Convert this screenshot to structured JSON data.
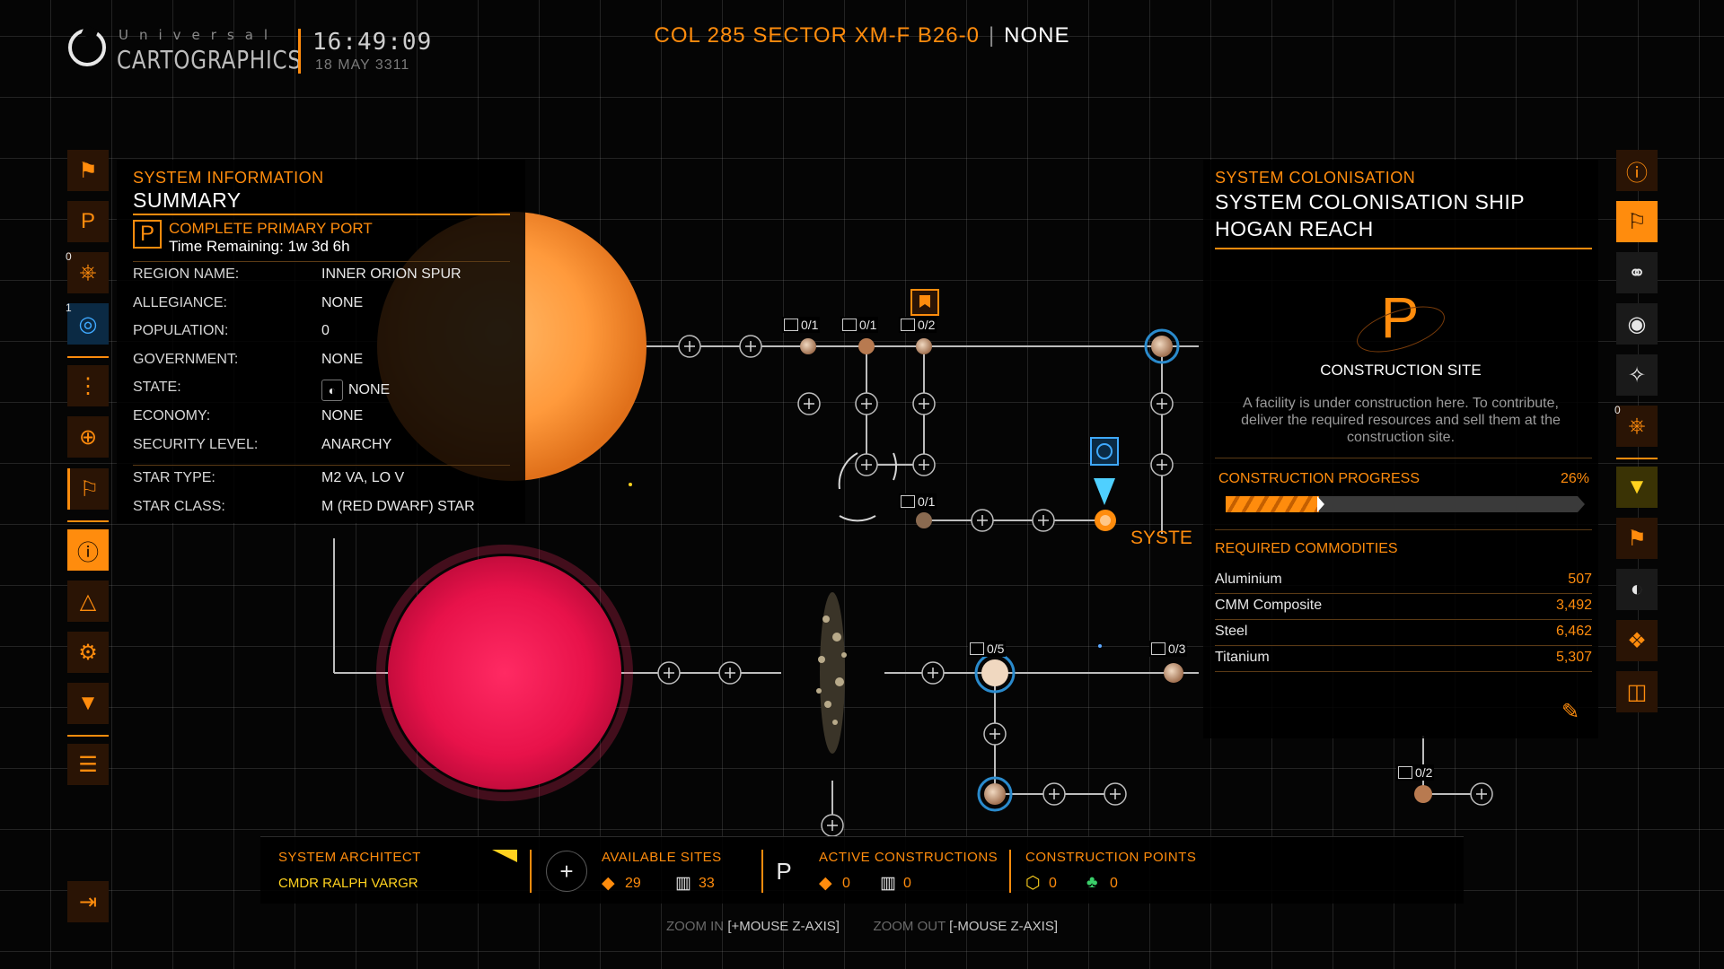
{
  "header": {
    "brand_sub": "Universal",
    "brand_name": "CARTOGRAPHICS",
    "time": "16:49:09",
    "date": "18 MAY 3311",
    "system_name": "COL 285 SECTOR XM-F B26-0",
    "faction": "NONE"
  },
  "colors": {
    "accent": "#ff8c0d",
    "blue": "#3fa9ff",
    "yellow": "#ffd21f",
    "star_orange": "#ff9a3c",
    "star_red": "#e8124a"
  },
  "left_nav": {
    "items": [
      {
        "icon": "bookmark-icon"
      },
      {
        "icon": "construction-icon"
      },
      {
        "icon": "planet-landing-icon",
        "badge": "0"
      },
      {
        "icon": "globe-icon",
        "badge": "1"
      },
      {
        "icon": "route-icon"
      },
      {
        "icon": "target-icon"
      },
      {
        "icon": "colonisation-flag-icon"
      },
      {
        "icon": "info-icon"
      },
      {
        "icon": "government-icon"
      },
      {
        "icon": "settings-icon"
      },
      {
        "icon": "location-pin-icon"
      },
      {
        "icon": "list-icon"
      },
      {
        "icon": "exit-icon"
      }
    ]
  },
  "right_nav": {
    "items": [
      {
        "icon": "info-icon"
      },
      {
        "icon": "colonisation-flag-icon"
      },
      {
        "icon": "orbit-icon"
      },
      {
        "icon": "target-icon"
      },
      {
        "icon": "asteroid-icon"
      },
      {
        "icon": "planet-landing-icon",
        "badge": "0"
      },
      {
        "icon": "location-pin-icon"
      },
      {
        "icon": "bookmark-icon"
      },
      {
        "icon": "star-class-icon"
      },
      {
        "icon": "system-map-icon"
      },
      {
        "icon": "galaxy-map-icon"
      }
    ]
  },
  "system_info": {
    "section": "SYSTEM INFORMATION",
    "title": "SUMMARY",
    "objective_title": "COMPLETE PRIMARY PORT",
    "objective_time": "Time Remaining: 1w 3d 6h",
    "rows": [
      {
        "key": "REGION NAME:",
        "value": "INNER ORION SPUR"
      },
      {
        "key": "ALLEGIANCE:",
        "value": "NONE"
      },
      {
        "key": "POPULATION:",
        "value": "0"
      },
      {
        "key": "GOVERNMENT:",
        "value": "NONE"
      },
      {
        "key": "STATE:",
        "value": "NONE"
      },
      {
        "key": "ECONOMY:",
        "value": "NONE"
      },
      {
        "key": "SECURITY LEVEL:",
        "value": "ANARCHY"
      },
      {
        "key": "STAR TYPE:",
        "value": "M2 VA, LO V"
      },
      {
        "key": "STAR CLASS:",
        "value": "M (RED DWARF) STAR"
      }
    ]
  },
  "colonisation": {
    "section": "SYSTEM COLONISATION",
    "title_line1": "SYSTEM COLONISATION SHIP",
    "title_line2": "HOGAN REACH",
    "site_title": "CONSTRUCTION SITE",
    "description": "A facility is under construction here. To contribute, deliver the required resources and sell them at the construction site.",
    "progress_label": "CONSTRUCTION PROGRESS",
    "progress_value": "26%",
    "progress_fraction": 0.26,
    "commodities_label": "REQUIRED COMMODITIES",
    "commodities": [
      {
        "name": "Aluminium",
        "qty": "507"
      },
      {
        "name": "CMM Composite",
        "qty": "3,492"
      },
      {
        "name": "Steel",
        "qty": "6,462"
      },
      {
        "name": "Titanium",
        "qty": "5,307"
      }
    ]
  },
  "map": {
    "slots": [
      "0/1",
      "0/1",
      "0/2",
      "0/1",
      "0/5",
      "0/3",
      "0/2"
    ],
    "cut_label": "SYSTE"
  },
  "bottom": {
    "architect_label": "SYSTEM ARCHITECT",
    "architect_name": "CMDR RALPH VARGR",
    "available_label": "AVAILABLE SITES",
    "available_orbital": "29",
    "available_surface": "33",
    "active_label": "ACTIVE CONSTRUCTIONS",
    "active_orbital": "0",
    "active_surface": "0",
    "points_label": "CONSTRUCTION POINTS",
    "points_tier2": "0",
    "points_tier3": "0"
  },
  "hints": {
    "zoom_in_label": "ZOOM IN",
    "zoom_in_key": "[+MOUSE Z-AXIS]",
    "zoom_out_label": "ZOOM OUT",
    "zoom_out_key": "[-MOUSE Z-AXIS]"
  }
}
